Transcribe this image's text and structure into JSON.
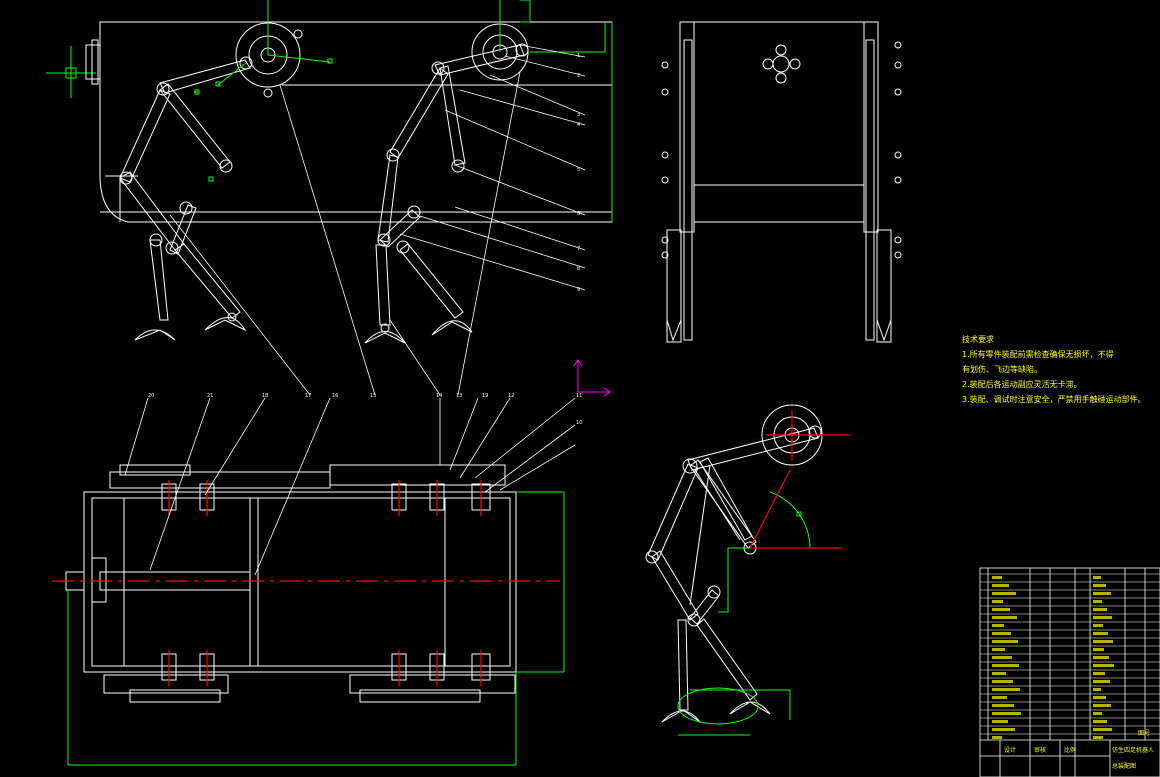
{
  "drawing": {
    "technical_requirements": {
      "heading": "技术要求",
      "lines": [
        "1.所有零件装配前需检查确保无损坏，不得",
        "有划伤、飞边等缺陷。",
        "2.装配后各运动副应灵活无卡滞。",
        "3.装配、调试时注意安全，严禁用手触碰运动部件。"
      ]
    },
    "balloons_top": [
      "1",
      "2",
      "3",
      "4",
      "5",
      "6",
      "7",
      "8",
      "9"
    ],
    "balloons_mid": [
      "20",
      "21",
      "18",
      "17",
      "16",
      "15",
      "14",
      "13",
      "19",
      "12",
      "11",
      "10"
    ],
    "title_block": {
      "title_line1": "仿生四足机器人",
      "title_line2": "总装配图",
      "label_1": "设计",
      "label_2": "审核",
      "label_3": "比例",
      "label_4": "图号"
    },
    "colors": {
      "outline": "#ffffff",
      "dimension": "#00ff00",
      "centerline": "#ff0000",
      "text_yellow": "#ffff00",
      "ucs_axis": "#ff00ff"
    }
  }
}
